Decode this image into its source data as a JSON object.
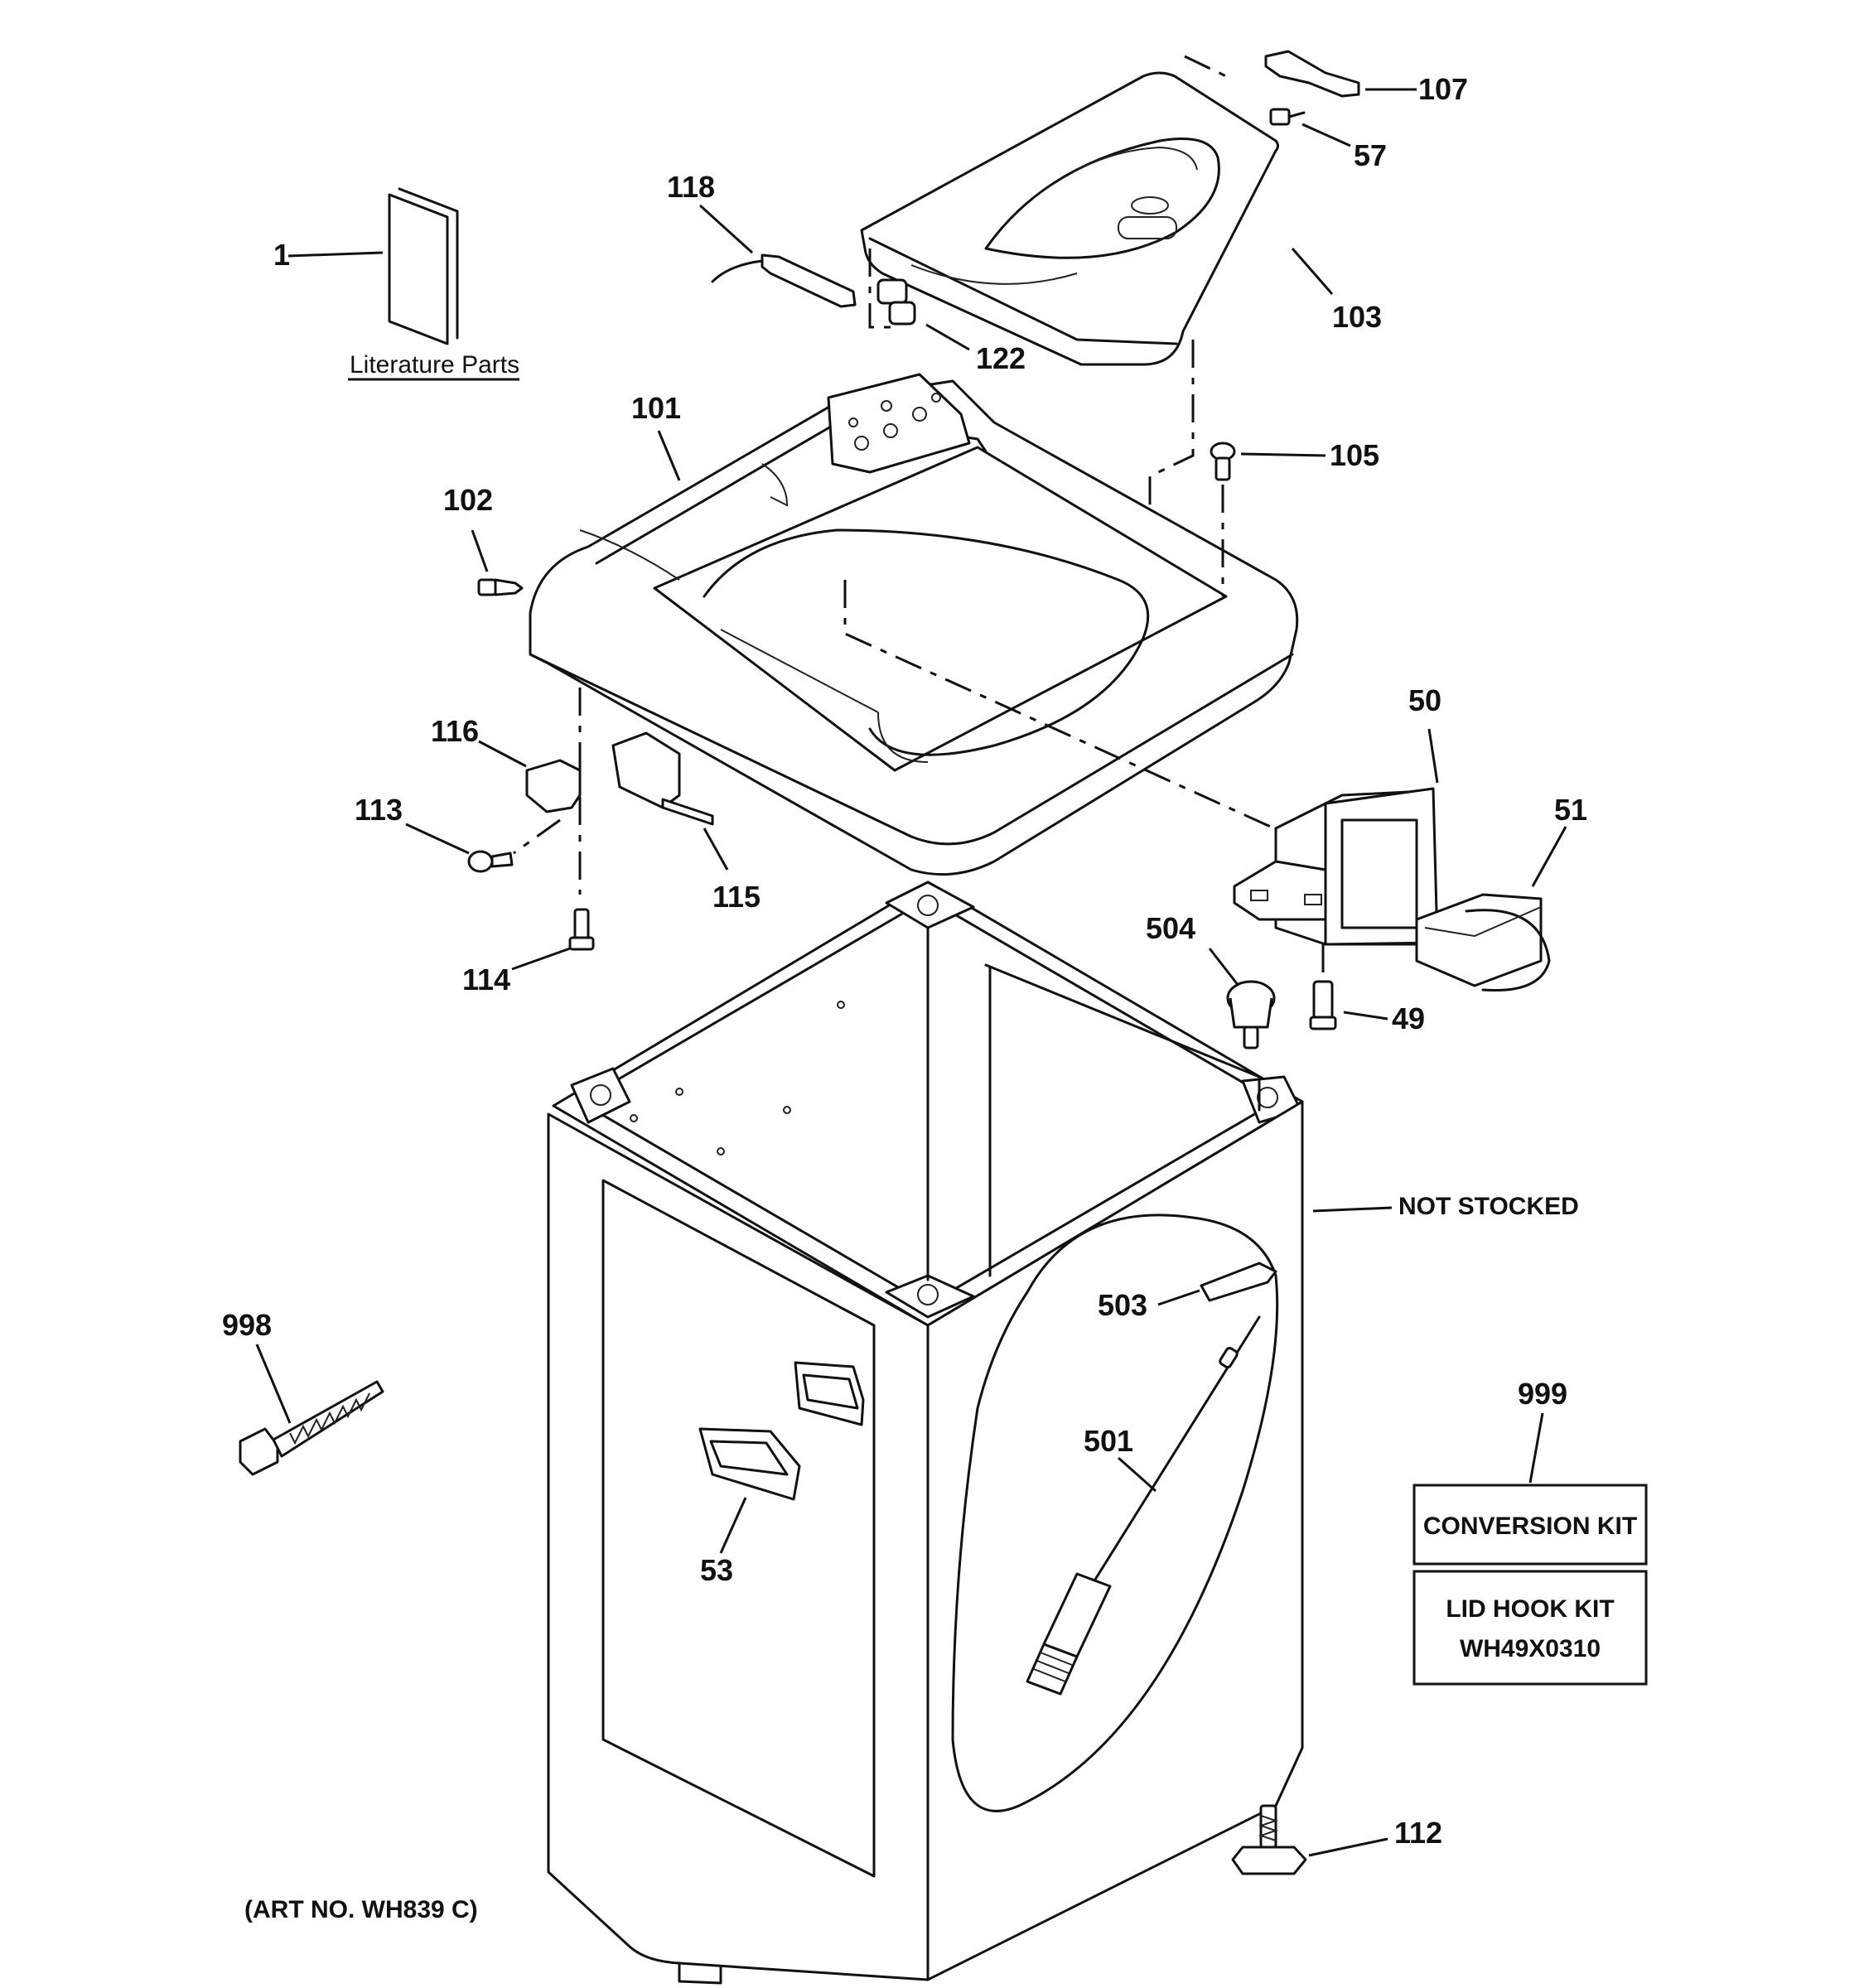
{
  "literature": {
    "label": "Literature Parts"
  },
  "callouts": {
    "c1": "1",
    "c118": "118",
    "c122": "122",
    "c107": "107",
    "c57": "57",
    "c103": "103",
    "c101": "101",
    "c105": "105",
    "c102": "102",
    "c50": "50",
    "c51": "51",
    "c116": "116",
    "c113": "113",
    "c115": "115",
    "c114": "114",
    "c504": "504",
    "c49": "49",
    "c503": "503",
    "c501": "501",
    "c53": "53",
    "c998": "998",
    "c999": "999",
    "c112": "112"
  },
  "notes": {
    "not_stocked": "NOT STOCKED",
    "art_no": "(ART NO. WH839 C)"
  },
  "kit_boxes": {
    "conversion": "CONVERSION KIT",
    "lid_hook_line1": "LID HOOK KIT",
    "lid_hook_line2": "WH49X0310"
  }
}
